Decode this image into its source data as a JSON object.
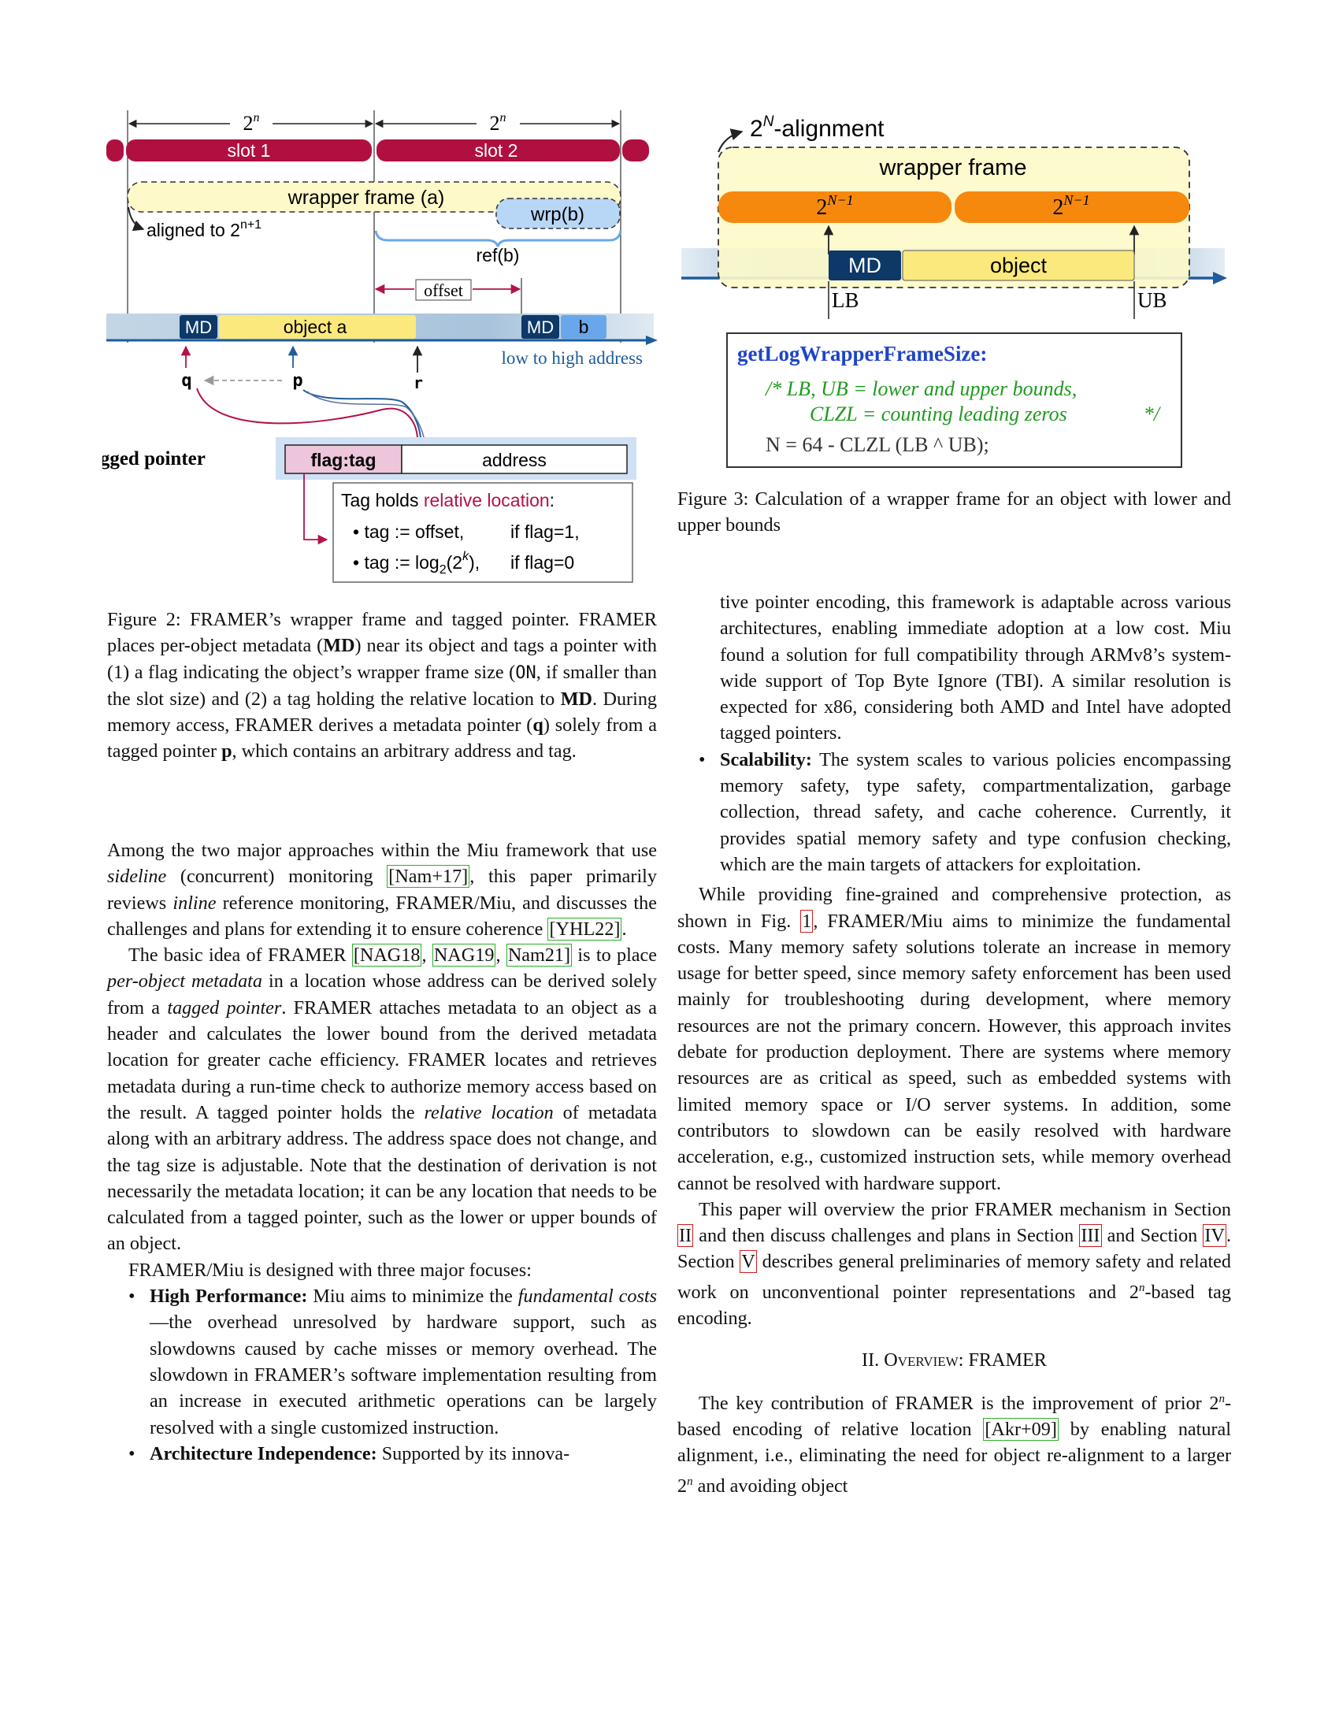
{
  "fig2": {
    "slot_width_1": "2",
    "slot_width_sup_1": "n",
    "slot_width_2": "2",
    "slot_width_sup_2": "n",
    "slot1": "slot 1",
    "slot2": "slot 2",
    "wrapper": "wrapper frame (a)",
    "wrp_b": "wrp(b)",
    "aligned": "aligned to 2",
    "aligned_sup": "n+1",
    "ref_b": "ref(b)",
    "offset": "offset",
    "md": "MD",
    "object_a": "object a",
    "md2": "MD",
    "b": "b",
    "low_high": "low to high address",
    "q": "q",
    "p": "p",
    "r": "r",
    "tagged_pointer": "tagged pointer",
    "flag_tag": "flag:tag",
    "address": "address",
    "tag_holds_pre": "Tag holds ",
    "tag_holds_rel": "relative location",
    "tag_holds_post": ":",
    "bullet1_a": "tag := offset,",
    "bullet1_b": "if flag=1,",
    "bullet2_a": "tag := log",
    "bullet2_sub": "2",
    "bullet2_mid": "(2",
    "bullet2_sup": "k",
    "bullet2_end": "),",
    "bullet2_b": "if flag=0"
  },
  "fig3": {
    "alignment": "2",
    "alignment_sup": "N",
    "alignment_rest": "-alignment",
    "wrapper": "wrapper frame",
    "half1": "2",
    "half1_sup": "N−1",
    "half2": "2",
    "half2_sup": "N−1",
    "md": "MD",
    "object": "object",
    "lb": "LB",
    "ub": "UB",
    "func": "getLogWrapperFrameSize:",
    "comment1": "/*  LB, UB = lower and upper bounds,",
    "comment2": "CLZL = counting leading zeros",
    "comment_end": "*/",
    "code": "N = 64 - CLZL (LB ^ UB);",
    "caption": "Figure 3: Calculation of a wrapper frame for an object with lower and upper bounds"
  },
  "caption2": {
    "p1": "Figure 2: FRAMER’s wrapper frame and tagged pointer. FRAMER places per-object metadata (",
    "md": "MD",
    "p2": ") near its object and tags a pointer with (1) a flag indicating the object’s wrapper frame size (",
    "on": "ON",
    "p3": ", if smaller than the slot size) and (2) a tag holding the relative location to ",
    "md2": "MD",
    "p4": ". During memory access, FRAMER derives a metadata pointer (",
    "q": "q",
    "p5": ") solely from a tagged pointer ",
    "p": "p",
    "p6": ", which contains an arbitrary address and tag."
  },
  "left": {
    "para1_a": "Among the two major approaches within the Miu framework that use ",
    "para1_sideline": "sideline",
    "para1_b": " (concurrent) monitoring ",
    "cite_nam17": "[Nam+17]",
    "para1_c": ", this paper primarily reviews ",
    "para1_inline": "inline",
    "para1_d": " reference monitoring, FRAMER/Miu, and discusses the challenges and plans for extending it to ensure coherence ",
    "cite_yhl22": "[YHL22]",
    "para1_e": ".",
    "para2_a": "The basic idea of FRAMER ",
    "cite_nag18": "[NAG18",
    "cite_nag19": "NAG19",
    "cite_nam21": "Nam21]",
    "para2_b": " is to place ",
    "para2_pom": "per-object metadata",
    "para2_c": " in a location whose address can be derived solely from a ",
    "para2_tp": "tagged pointer",
    "para2_d": ". FRAMER attaches metadata to an object as a header and calculates the lower bound from the derived metadata location for greater cache efficiency. FRAMER locates and retrieves metadata during a run-time check to authorize memory access based on the result. A tagged pointer holds the ",
    "para2_rl": "relative location",
    "para2_e": " of metadata along with an arbitrary address. The address space does not change, and the tag size is adjustable. Note that the destination of derivation is not necessarily the metadata location; it can be any location that needs to be calculated from a tagged pointer, such as the lower or upper bounds of an object.",
    "para3": "FRAMER/Miu is designed with three major focuses:",
    "b1_title": "High Performance:",
    "b1_a": " Miu aims to minimize the ",
    "b1_fc": "fundamental costs",
    "b1_b": "—the overhead unresolved by hardware support, such as slowdowns caused by cache misses or memory overhead. The slowdown in FRAMER’s software implementation resulting from an increase in executed arithmetic operations can be largely resolved with a single customized instruction.",
    "b2_title": "Architecture Independence:",
    "b2_a": " Supported by its innova-"
  },
  "right": {
    "cont": "tive pointer encoding, this framework is adaptable across various architectures, enabling immediate adoption at a low cost. Miu found a solution for full compatibility through ARMv8’s system-wide support of Top Byte Ignore (TBI). A similar resolution is expected for x86, considering both AMD and Intel have adopted tagged pointers.",
    "b3_title": "Scalability:",
    "b3_a": " The system scales to various policies encompassing memory safety, type safety, compartmentalization, garbage collection, thread safety, and cache coherence. Currently, it provides spatial memory safety and type confusion checking, which are the main targets of attackers for exploitation.",
    "para4_a": "While providing fine-grained and comprehensive protection, as shown in Fig. ",
    "ref_fig1": "1",
    "para4_b": ", FRAMER/Miu aims to minimize the fundamental costs. Many memory safety solutions tolerate an increase in memory usage for better speed, since memory safety enforcement has been used mainly for troubleshooting during development, where memory resources are not the primary concern. However, this approach invites debate for production deployment. There are systems where memory resources are as critical as speed, such as embedded systems with limited memory space or I/O server systems. In addition, some contributors to slowdown can be easily resolved with hardware acceleration, e.g., customized instruction sets, while memory overhead cannot be resolved with hardware support.",
    "para5_a": "This paper will overview the prior FRAMER mechanism in Section ",
    "ref_ii": "II",
    "para5_b": " and then discuss challenges and plans in Section ",
    "ref_iii": "III",
    "para5_c": " and Section ",
    "ref_iv": "IV",
    "para5_d": ". Section ",
    "ref_v": "V",
    "para5_e": " describes general preliminaries of memory safety and related work on unconventional pointer representations and 2",
    "para5_sup": "n",
    "para5_f": "-based tag encoding.",
    "heading": "II. Overview: FRAMER",
    "para6_a": "The key contribution of FRAMER is the improvement of prior 2",
    "para6_sup": "n",
    "para6_b": "-based encoding of relative location ",
    "cite_akr09": "[Akr+09]",
    "para6_c": " by enabling natural alignment, i.e., eliminating the need for object re-alignment to a larger 2",
    "para6_sup2": "n",
    "para6_d": " and avoiding object"
  },
  "colors": {
    "slot": "#b0103f",
    "wrapper_fill": "#fdf9c9",
    "wrp_b": "#b8d6f5",
    "md": "#0d3868",
    "object": "#fbe97d",
    "b_box": "#6aa7ea",
    "addr_bar": "#b8cfe2",
    "orange": "#f7880e",
    "flag_tag": "#edc6db",
    "relative": "#b3124a",
    "func_blue": "#1f44c8",
    "comment_green": "#1f9a1f",
    "cite_green": "#2bb02b",
    "ref_red": "#d11c1c"
  }
}
